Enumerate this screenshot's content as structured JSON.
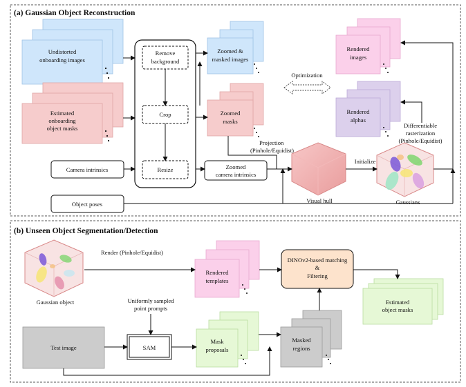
{
  "section_a": {
    "title": "(a) Gaussian Object Reconstruction",
    "undistorted_images": [
      "Undistorted",
      "onboarding images"
    ],
    "estimated_masks": [
      "Estimated",
      "onboarding",
      "object masks"
    ],
    "camera_intrinsics": "Camera intrinsics",
    "object_poses": "Object poses",
    "remove_background": [
      "Remove",
      "background"
    ],
    "crop": "Crop",
    "resize": "Resize",
    "zoomed_masked_images": [
      "Zoomed &",
      "masked images"
    ],
    "zoomed_masks": [
      "Zoomed",
      "masks"
    ],
    "zoomed_camera_intrinsics": [
      "Zoomed",
      "camera intrinsics"
    ],
    "projection": [
      "Projection",
      "(Pinhole/Equidist)"
    ],
    "optimization": "Optimization",
    "rendered_images": [
      "Rendered",
      "images"
    ],
    "rendered_alphas": [
      "Rendered",
      "alphas"
    ],
    "differentiable_rasterization": [
      "Differentiable",
      "rasterization",
      "(Pinhole/Equidist)"
    ],
    "initialize": "Initialize",
    "visual_hull": "Visual hull",
    "gaussians": "Gaussians"
  },
  "section_b": {
    "title": "(b) Unseen Object Segmentation/Detection",
    "gaussian_object": "Gaussian object",
    "render": "Render (Pinhole/Equidist)",
    "rendered_templates": [
      "Rendered",
      "templates"
    ],
    "dinov2_matching": [
      "DINOv2-based  matching",
      "&",
      "Filtering"
    ],
    "estimated_object_masks": [
      "Estimated",
      "object masks"
    ],
    "point_prompts": [
      "Uniformly sampled",
      "point prompts"
    ],
    "test_image": "Test image",
    "sam": "SAM",
    "mask_proposals": [
      "Mask",
      "proposals"
    ],
    "masked_regions": [
      "Masked",
      "regions"
    ]
  },
  "colors": {
    "blue": "#cfe6fb",
    "salmon": "#f6cccc",
    "pink": "#fbd0ea",
    "lavender": "#dcd0ec",
    "green": "#e6f8d6",
    "gray": "#cccccc",
    "peach": "#fde3cc"
  }
}
